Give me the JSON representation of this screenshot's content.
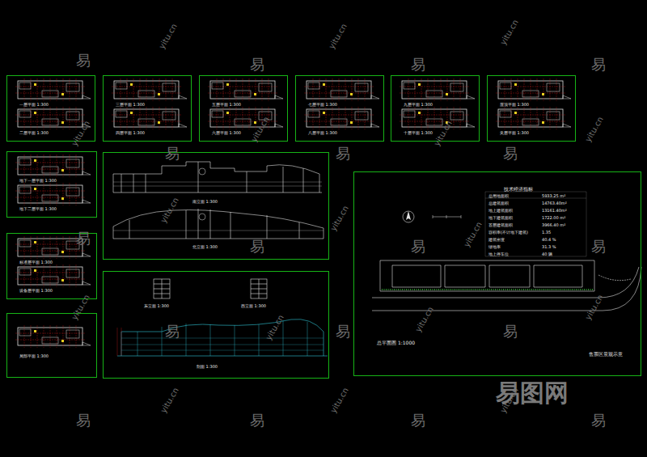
{
  "diagram": {
    "nodes": [
      {
        "text": [
          "一层平面 1:300",
          "二层平面 1:300"
        ]
      },
      {
        "text": [
          "三层平面 1:300",
          "四层平面 1:300"
        ]
      },
      {
        "text": [
          "五层平面 1:300",
          "六层平面 1:300"
        ]
      },
      {
        "text": [
          "七层平面 1:300",
          "八层平面 1:300"
        ]
      },
      {
        "text": [
          "九层平面 1:300",
          "十层平面 1:300"
        ]
      },
      {
        "text": [
          "屋顶平面 1:300",
          "夹层平面 1:300"
        ]
      },
      {
        "text": [
          "地下一层平面 1:300",
          "地下二层平面 1:300"
        ]
      },
      {
        "text": [
          "标准层平面 1:300",
          "设备层平面 1:300"
        ]
      },
      {
        "text": [
          "局部平面 1:300"
        ]
      },
      {
        "text": [
          "南立面 1:300",
          "北立面 1:300"
        ]
      },
      {
        "text": [
          "东立面 1:300",
          "西立面 1:300",
          "剖面 1:300"
        ]
      },
      {
        "text": [
          "总平面图 1:1000",
          "售票区景观示意",
          "技术经济指标",
          "总用地面积",
          "5933.25 m²",
          "总建筑面积",
          "14763.40m²",
          "地上建筑面积",
          "13161.40m²",
          "地下建筑面积",
          "1722.00 m²",
          "首层建筑面积",
          "3966.40 m²",
          "容积率(不计地下建筑)",
          "1.35",
          "建筑密度",
          "40.4 %",
          "绿地率",
          "31.3 %",
          "地上停车位",
          "40 辆"
        ]
      }
    ],
    "labels": [
      "易",
      "易",
      "易",
      "易",
      "易",
      "易",
      "易",
      "易",
      "易",
      "易",
      "易",
      "易",
      "易",
      "易",
      "易",
      "易",
      "易",
      "易",
      "yitu.cn",
      "yitu.cn",
      "yitu.cn",
      "yitu.cn",
      "yitu.cn",
      "yitu.cn",
      "yitu.cn",
      "yitu.cn",
      "yitu.cn",
      "yitu.cn",
      "yitu.cn",
      "yitu.cn",
      "yitu.cn",
      "yitu.cn",
      "yitu.cn",
      "yitu.cn",
      "yitu.cn",
      "易图网"
    ]
  }
}
